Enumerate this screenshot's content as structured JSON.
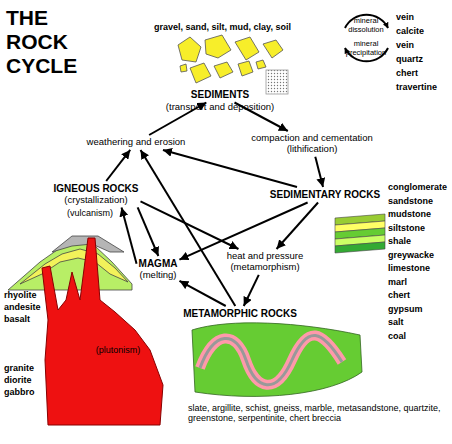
{
  "diagram": {
    "title": "THE ROCK CYCLE",
    "nodes": [
      {
        "text": [
          "SEDIMENTS"
        ]
      },
      {
        "text": [
          "weathering and erosion"
        ]
      },
      {
        "text": [
          "compaction and cementation (lithification)"
        ]
      },
      {
        "text": [
          "IGNEOUS ROCKS",
          "(crystallization)"
        ]
      },
      {
        "text": [
          "SEDIMENTARY ROCKS"
        ]
      },
      {
        "text": [
          "MAGMA",
          "(melting)"
        ]
      },
      {
        "text": [
          "heat and pressure (metamorphism)"
        ]
      },
      {
        "text": [
          "METAMORPHIC ROCKS"
        ]
      }
    ],
    "edges": [
      {
        "from": 0,
        "to": 2,
        "arrow": "to"
      },
      {
        "from": 2,
        "to": 4,
        "arrow": "to"
      },
      {
        "from": 4,
        "to": 1,
        "arrow": "to"
      },
      {
        "from": 1,
        "to": 0,
        "arrow": "to"
      },
      {
        "from": 4,
        "to": 6,
        "arrow": "to"
      },
      {
        "from": 6,
        "to": 7,
        "arrow": "to"
      },
      {
        "from": 7,
        "to": 1,
        "arrow": "to"
      },
      {
        "from": 7,
        "to": 5,
        "arrow": "to"
      },
      {
        "from": 5,
        "to": 3,
        "arrow": "to"
      },
      {
        "from": 3,
        "to": 1,
        "arrow": "to"
      },
      {
        "from": 3,
        "to": 6,
        "arrow": "to"
      },
      {
        "from": 4,
        "to": 5,
        "arrow": "to"
      },
      {
        "from": 3,
        "to": 5,
        "arrow": "to"
      }
    ],
    "labels": [
      "gravel, sand, silt, mud, clay, soil",
      "(transport and deposition)",
      "mineral dissolution",
      "mineral precipitation",
      "vein",
      "calcite",
      "vein",
      "quartz",
      "chert",
      "travertine",
      "conglomerate",
      "sandstone",
      "mudstone",
      "siltstone",
      "shale",
      "greywacke",
      "limestone",
      "marl",
      "chert",
      "gypsum",
      "salt",
      "coal",
      "rhyolite",
      "andesite",
      "basalt",
      "(vulcanism)",
      "granite",
      "diorite",
      "gabbro",
      "(plutonism)",
      "slate, argillite, schist, gneiss, marble, metasandstone, quartzite, greenstone, serpentinite, chert breccia"
    ]
  }
}
